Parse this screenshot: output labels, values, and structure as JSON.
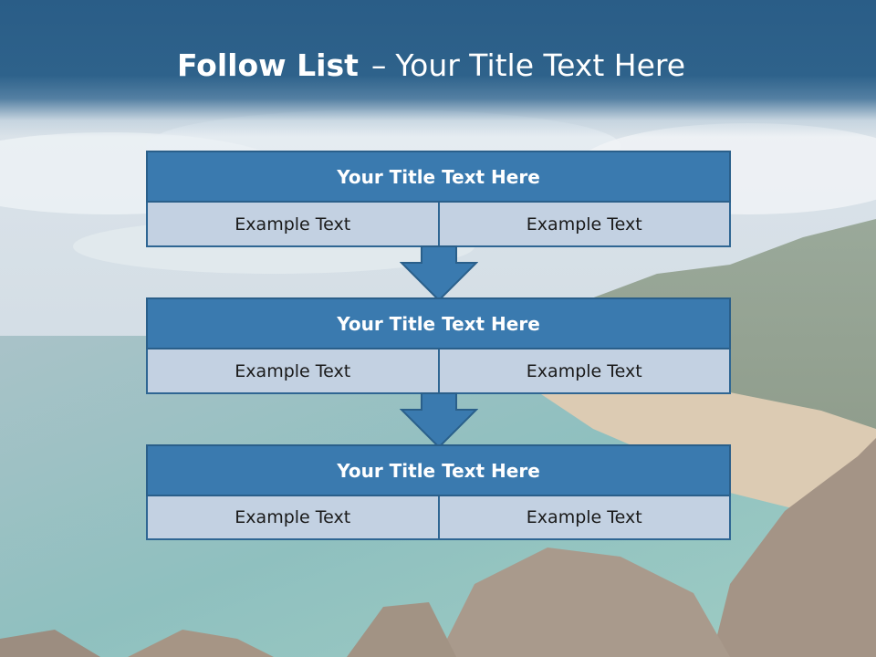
{
  "slide": {
    "title_bold": "Follow List",
    "title_separator": "–",
    "title_rest": "Your Title Text Here"
  },
  "blocks": [
    {
      "title": "Your Title Text Here",
      "left": "Example Text",
      "right": "Example Text"
    },
    {
      "title": "Your Title Text Here",
      "left": "Example Text",
      "right": "Example Text"
    },
    {
      "title": "Your Title Text Here",
      "left": "Example Text",
      "right": "Example Text"
    }
  ],
  "colors": {
    "banner": "#2a5d87",
    "block_header": "#3a7aaf",
    "block_cell": "#c3d1e2",
    "arrow": "#3a7aaf"
  },
  "icons": [
    "down-arrow-icon",
    "down-arrow-icon"
  ]
}
